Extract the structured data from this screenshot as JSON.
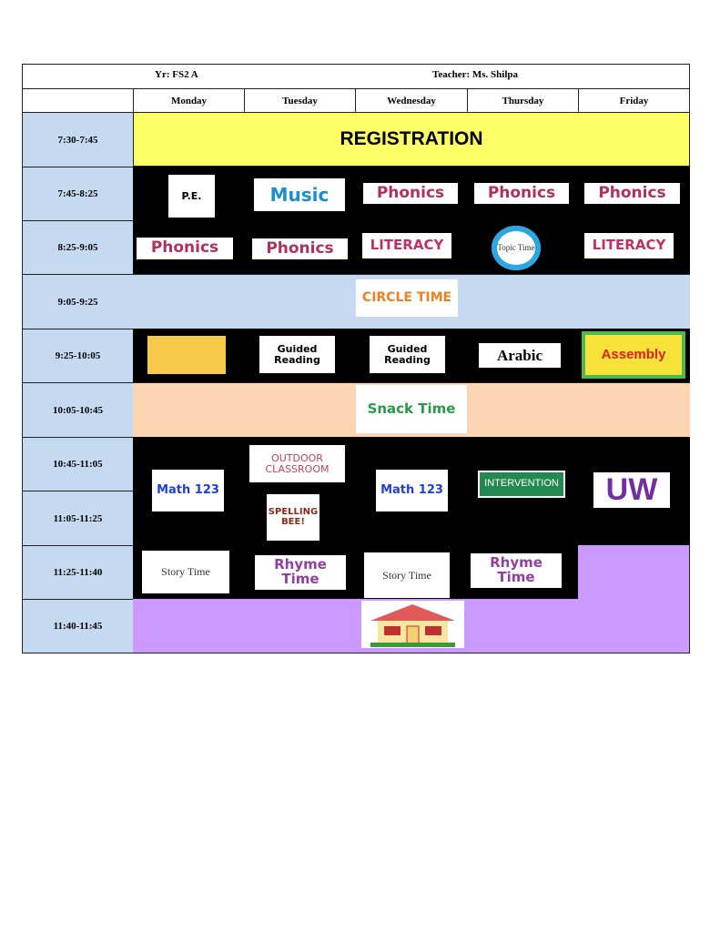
{
  "header": {
    "year": "Yr: FS2 A",
    "teacher": "Teacher: Ms. Shilpa"
  },
  "days": [
    "Monday",
    "Tuesday",
    "Wednesday",
    "Thursday",
    "Friday"
  ],
  "times": [
    "7:30-7:45",
    "7:45-8:25",
    "8:25-9:05",
    "9:05-9:25",
    "9:25-10:05",
    "10:05-10:45",
    "10:45-11:05",
    "11:05-11:25",
    "11:25-11:40",
    "11:40-11:45"
  ],
  "registration": "REGISTRATION",
  "colors": {
    "time": "#c5d9f1",
    "registration": "#ffff66",
    "circle": "#c5d9f1",
    "snack": "#fcd5b4",
    "home": "#cc99ff",
    "black": "#000000"
  },
  "images": {
    "pe": "P.E.",
    "music": "Music",
    "phonics": "Phonics",
    "literacy": "LITERACY",
    "topic": "Topic Time",
    "circle": "CIRCLE TIME",
    "guided": "Guided Reading",
    "arabic": "Arabic",
    "assembly": "Assembly",
    "snack": "Snack Time",
    "math": "Math 123",
    "outdoor": "OUTDOOR CLASSROOM",
    "spelling": "SPELLING BEE!",
    "intervention": "INTERVENTION",
    "uw": "UW",
    "story": "Story Time",
    "rhyme": "Rhyme Time"
  }
}
